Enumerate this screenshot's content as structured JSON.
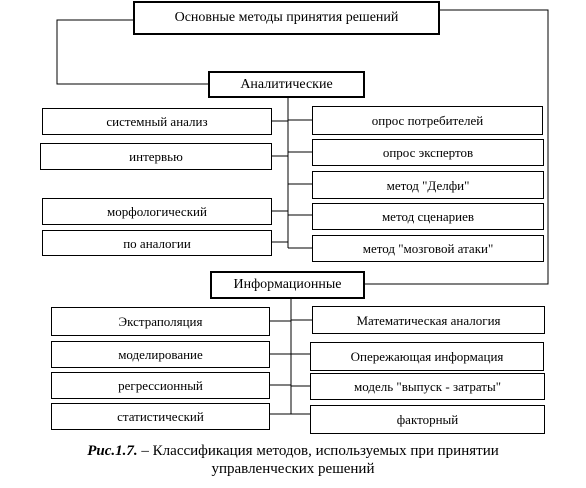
{
  "title": "Основные  методы принятия решений",
  "groups": {
    "analytical": {
      "label": "Аналитические",
      "left": [
        "системный анализ",
        "интервью",
        "морфологический",
        "по аналогии"
      ],
      "right": [
        "опрос потребителей",
        "опрос экспертов",
        "метод \"Делфи\"",
        "метод сценариев",
        "метод \"мозговой атаки\""
      ]
    },
    "informational": {
      "label": "Информационные",
      "left": [
        "Экстраполяция",
        "моделирование",
        "регрессионный",
        "статистический"
      ],
      "right": [
        "Математическая аналогия",
        "Опережающая информация",
        "модель \"выпуск - затраты\"",
        "факторный"
      ]
    }
  },
  "caption": {
    "label": "Рис.1.7.",
    "text": " – Классификация методов, используемых при принятии",
    "text2": "управленческих решений"
  }
}
